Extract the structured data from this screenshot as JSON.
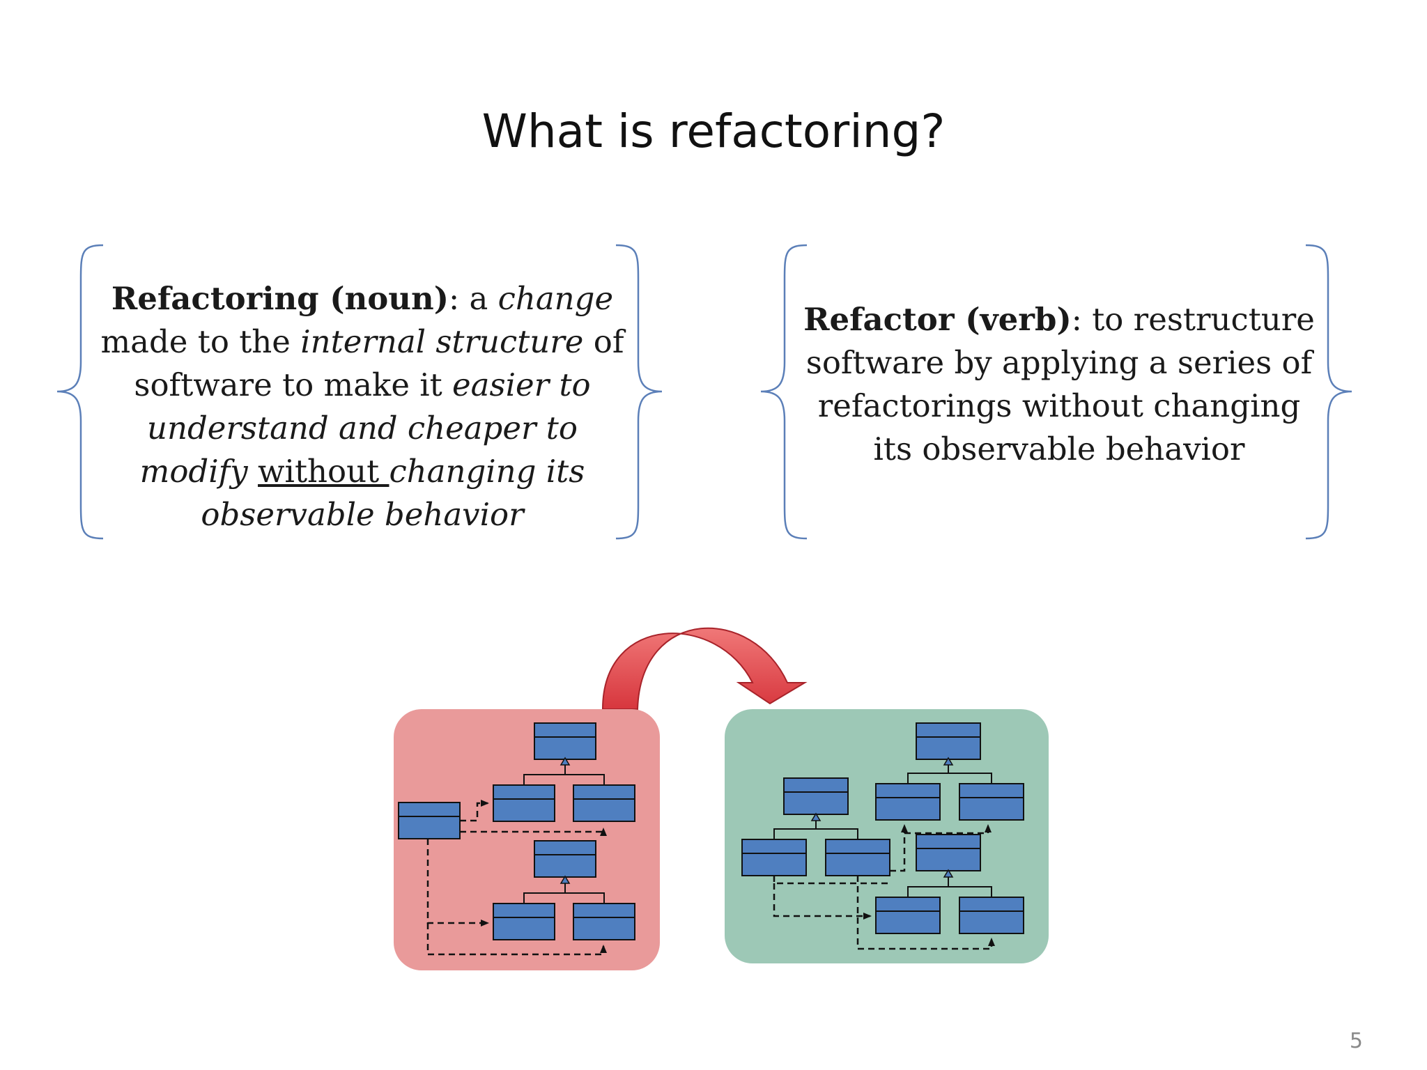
{
  "slide": {
    "title": "What is refactoring?",
    "page_number": "5"
  },
  "definitions": {
    "noun": {
      "term": "Refactoring (noun)",
      "sep": ": a ",
      "w1": "change",
      "t1": " made to the ",
      "w2": "internal structure",
      "t2": " of software to make it ",
      "w3": "easier to understand and cheaper to modify",
      "t3": " ",
      "w4": "without ",
      "w5": "changing its observable behavior"
    },
    "verb": {
      "term": "Refactor (verb)",
      "rest": ": to restructure software by applying a series of refactorings without changing its observable behavior"
    }
  },
  "colors": {
    "brace": "#5b7fb8",
    "before_panel": "#e99a9a",
    "after_panel": "#9dc8b6",
    "class_box": "#4f7fc0",
    "arrow": "#e0474c"
  },
  "icons": {
    "transform_arrow": "curved-arrow-icon"
  }
}
